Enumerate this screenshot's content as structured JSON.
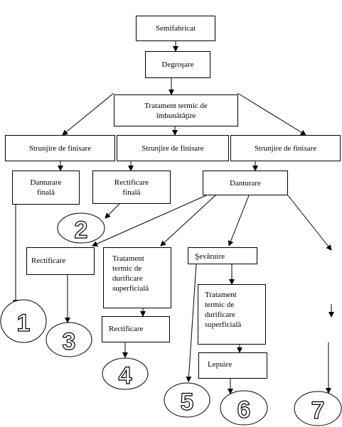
{
  "nodes": {
    "semifabricat": "Semifabricat",
    "degrosare": "Degroşare",
    "tratament_imbunatatire": "Tratament termic de\nîmbunătăţire",
    "strunjire_1": "Strunjire de finisare",
    "strunjire_2": "Strunjire de finisare",
    "strunjire_3": "Strunjire de finisare",
    "danturare_finala": "Danturare\nfinală",
    "rectificare_finala": "Rectificare\nfinală",
    "danturare": "Danturare",
    "rectificare_1": "Rectificare",
    "tratament_durificare_1": "Tratament\ntermic de\ndurificare\nsuperficială",
    "severuire": "Şevăruire",
    "rectificare_2": "Rectificare",
    "tratament_durificare_2": "Tratament\ntermic de\ndurificare\nsuperficială",
    "lepuire": "Lepuire"
  },
  "outcomes": [
    "1",
    "2",
    "3",
    "4",
    "5",
    "6",
    "7"
  ]
}
